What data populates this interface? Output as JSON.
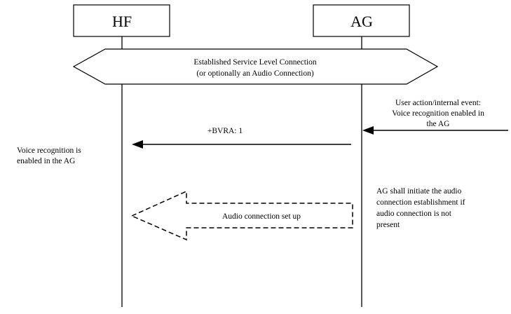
{
  "entities": {
    "hf": {
      "label": "HF"
    },
    "ag": {
      "label": "AG"
    }
  },
  "connection": {
    "line1": "Established Service Level Connection",
    "line2": "(or optionally an Audio Connection)"
  },
  "ag_trigger_note": {
    "line1": "User action/internal event:",
    "line2": "Voice recognition enabled in",
    "line3": "the AG"
  },
  "bvra_message": {
    "label": "+BVRA: 1"
  },
  "hf_note": {
    "line1": "Voice recognition is",
    "line2": "enabled in the AG"
  },
  "audio_setup": {
    "label": "Audio connection set up"
  },
  "ag_audio_note": {
    "line1": "AG shall initiate the audio",
    "line2": "connection establishment if",
    "line3": "audio connection is not",
    "line4": "present"
  }
}
